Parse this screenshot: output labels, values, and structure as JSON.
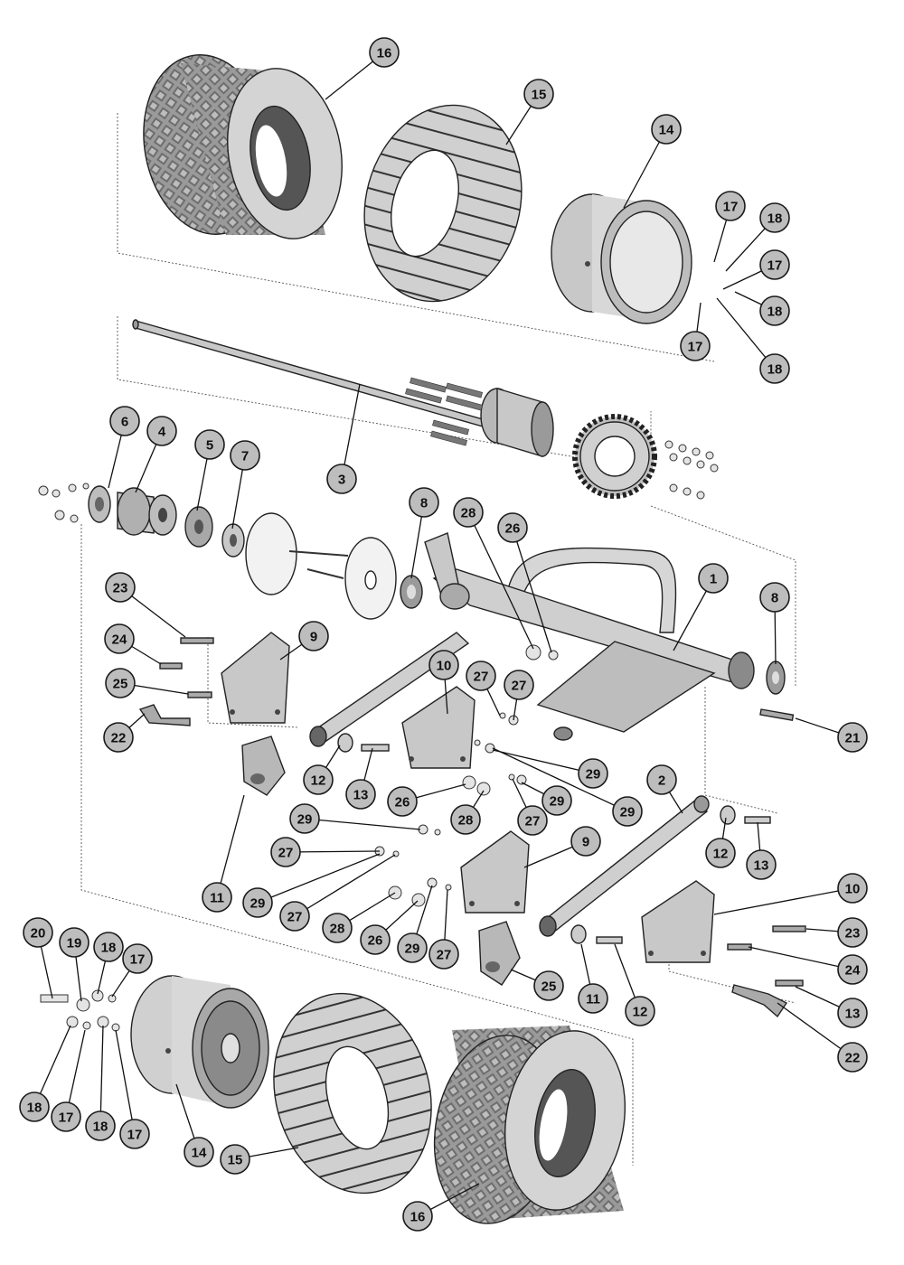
{
  "callouts": [
    "16",
    "15",
    "14",
    "17",
    "18",
    "17",
    "18",
    "17",
    "18",
    "6",
    "4",
    "5",
    "7",
    "3",
    "8",
    "28",
    "26",
    "1",
    "8",
    "23",
    "9",
    "24",
    "25",
    "22",
    "10",
    "27",
    "27",
    "21",
    "12",
    "13",
    "29",
    "26",
    "28",
    "29",
    "27",
    "29",
    "2",
    "12",
    "13",
    "29",
    "27",
    "9",
    "29",
    "27",
    "28",
    "26",
    "29",
    "27",
    "10",
    "23",
    "24",
    "11",
    "25",
    "11",
    "12",
    "13",
    "22",
    "20",
    "19",
    "18",
    "17",
    "18",
    "17",
    "18",
    "17",
    "14",
    "15",
    "16"
  ],
  "colors": {
    "tire_tread": "#8c8c8c",
    "tire_sidewall": "#d4d4d4",
    "metal": "#c8c8c8",
    "dark_metal": "#9a9a9a",
    "callout_fill": "#bdbdbd"
  }
}
